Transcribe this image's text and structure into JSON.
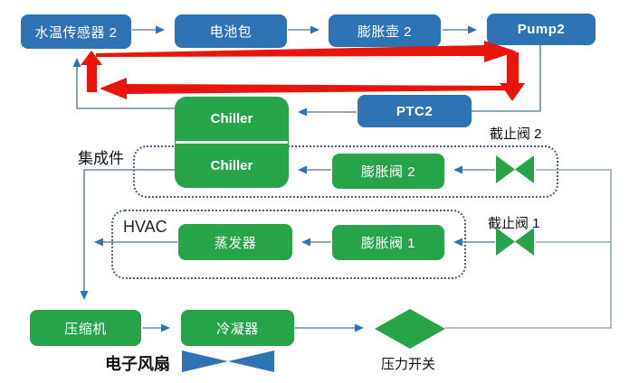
{
  "diagram": {
    "nodes": {
      "water_temp_sensor": "水温传感器 2",
      "battery_pack": "电池包",
      "expansion_tank": "膨胀壶 2",
      "pump2": "Pump2",
      "ptc2": "PTC2",
      "chiller_upper": "Chiller",
      "chiller_lower": "Chiller",
      "expansion_valve_2": "膨胀阀 2",
      "expansion_valve_1": "膨胀阀 1",
      "evaporator": "蒸发器",
      "compressor": "压缩机",
      "condenser": "冷凝器"
    },
    "labels": {
      "integrated_assembly": "集成件",
      "hvac": "HVAC",
      "stop_valve_2": "截止阀 2",
      "stop_valve_1": "截止阀 1",
      "electric_fan": "电子风扇",
      "pressure_switch": "压力开关"
    },
    "colors": {
      "box_blue": "#2e74b5",
      "box_green": "#27a449",
      "connector_line": "#6e8aa0",
      "arrowhead_blue": "#2e74b5",
      "red_flow": "#e8150c",
      "dotted_border": "#44607e"
    }
  }
}
